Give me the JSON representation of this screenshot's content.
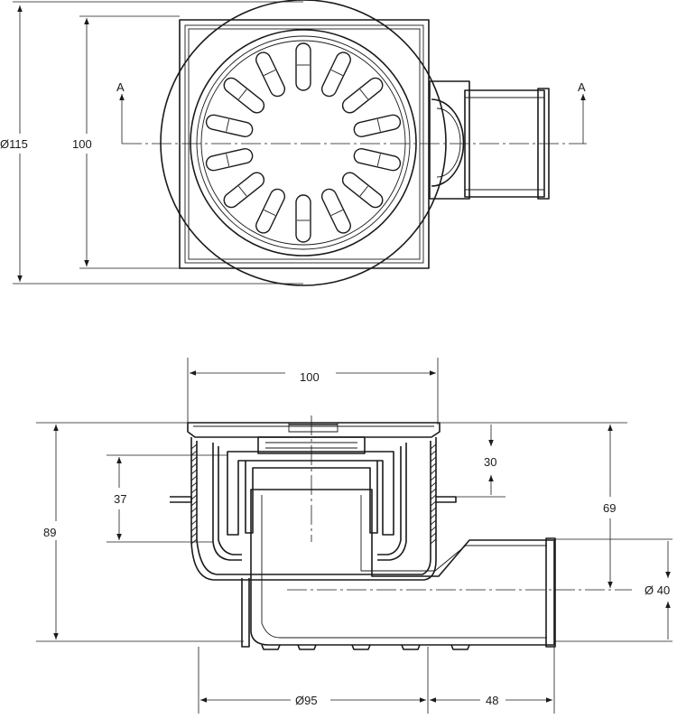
{
  "top_view": {
    "dim_diameter": "Ø115",
    "dim_square": "100",
    "section_left": "A",
    "section_right": "A"
  },
  "section_view": {
    "dim_top_width": "100",
    "dim_total_height": "89",
    "dim_inner_height": "37",
    "dim_seal_depth": "30",
    "dim_outlet_height": "69",
    "dim_outlet_diameter": "Ø 40",
    "dim_body_diameter": "Ø95",
    "dim_outlet_length": "48"
  }
}
